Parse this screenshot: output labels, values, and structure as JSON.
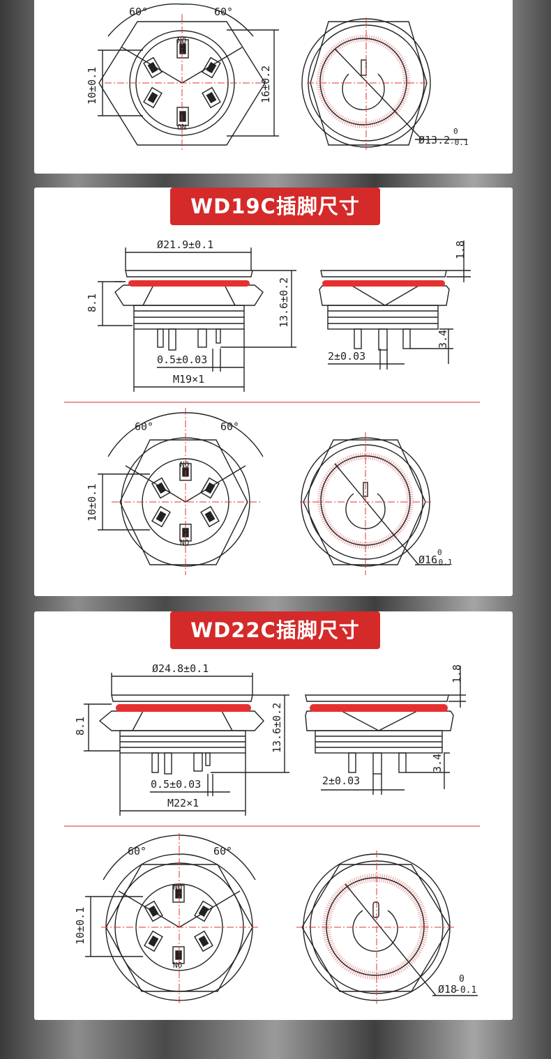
{
  "panel1": {
    "angle_left": "60°",
    "angle_right": "60°",
    "dim_height": "10±0.1",
    "dim_across": "16±0.2",
    "dim_lens": "Ø13.2",
    "tol_upper": "0",
    "tol_lower": "-0.1",
    "pin_no": "NO",
    "pin_on": "ON"
  },
  "wd19": {
    "title": "WD19C插脚尺寸",
    "dim_diameter": "Ø21.9±0.1",
    "dim_thick": "1.8",
    "dim_body": "8.1",
    "dim_total": "13.6±0.2",
    "dim_pin_w": "0.5±0.03",
    "dim_thread": "M19×1",
    "dim_pitch": "2±0.03",
    "dim_pin_len": "3.4",
    "angle_left": "60°",
    "angle_right": "60°",
    "dim_height": "10±0.1",
    "dim_lens": "Ø16",
    "tol_upper": "0",
    "tol_lower": "-0.1",
    "pin_no": "NO"
  },
  "wd22": {
    "title": "WD22C插脚尺寸",
    "dim_diameter": "Ø24.8±0.1",
    "dim_thick": "1.8",
    "dim_body": "8.1",
    "dim_total": "13.6±0.2",
    "dim_pin_w": "0.5±0.03",
    "dim_thread": "M22×1",
    "dim_pitch": "2±0.03",
    "dim_pin_len": "3.4",
    "angle_left": "60°",
    "angle_right": "60°",
    "dim_height": "10±0.1",
    "dim_lens": "Ø18",
    "tol_upper": "0",
    "tol_lower": "-0.1",
    "pin_no": "NO"
  },
  "colors": {
    "accent": "#d42a2a",
    "ring": "#e63030",
    "centerline": "#e53030",
    "line": "#222222"
  }
}
